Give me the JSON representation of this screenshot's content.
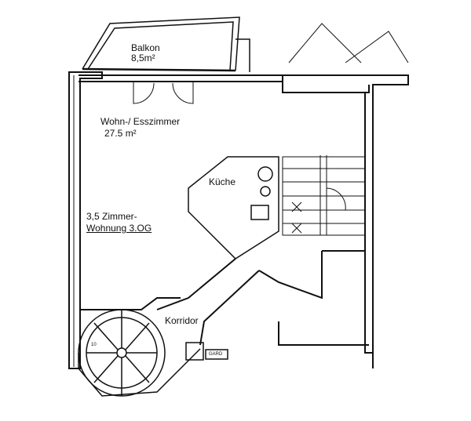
{
  "rooms": {
    "balcony": {
      "name": "Balkon",
      "area": "8,5m²"
    },
    "living": {
      "name": "Wohn-/ Esszimmer",
      "area": "27.5 m²"
    },
    "kitchen": {
      "name": "Küche"
    },
    "corridor": {
      "name": "Korridor"
    }
  },
  "apartment": {
    "line1": "3,5 Zimmer-",
    "line2": "Wohnung 3.OG"
  },
  "marks": {
    "wardrobe": "GARD",
    "stair_small": "10"
  }
}
